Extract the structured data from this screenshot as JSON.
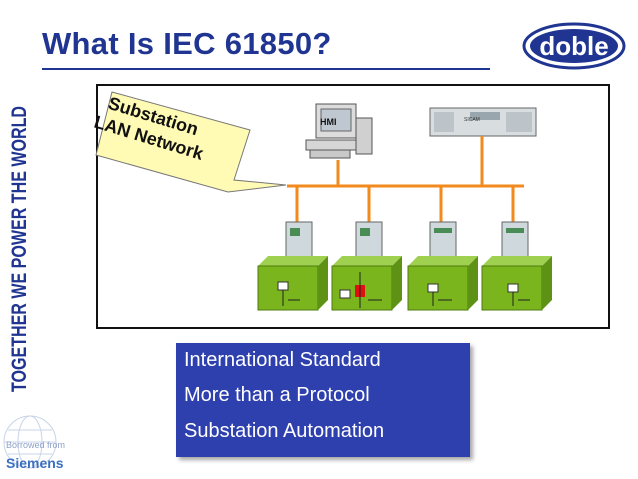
{
  "slide": {
    "title": "What Is IEC 61850?",
    "sidebar_text": "TOGETHER WE POWER THE WORLD",
    "logo_text": "doble"
  },
  "diagram": {
    "callout_line1": "Substation",
    "callout_line2": "LAN Network",
    "hmi_label": "HMI",
    "server_label": "SICAM",
    "colors": {
      "bus": "#f28a1e",
      "bay_green": "#7ab51d",
      "device": "#cfd8dc",
      "breaker_red": "#e01010",
      "callout_fill": "#fffbb5"
    }
  },
  "bullets": {
    "items": [
      "International Standard",
      "More than a Protocol",
      "Substation Automation"
    ]
  },
  "footer": {
    "borrowed_from": "Borrowed from",
    "source": "Siemens"
  }
}
